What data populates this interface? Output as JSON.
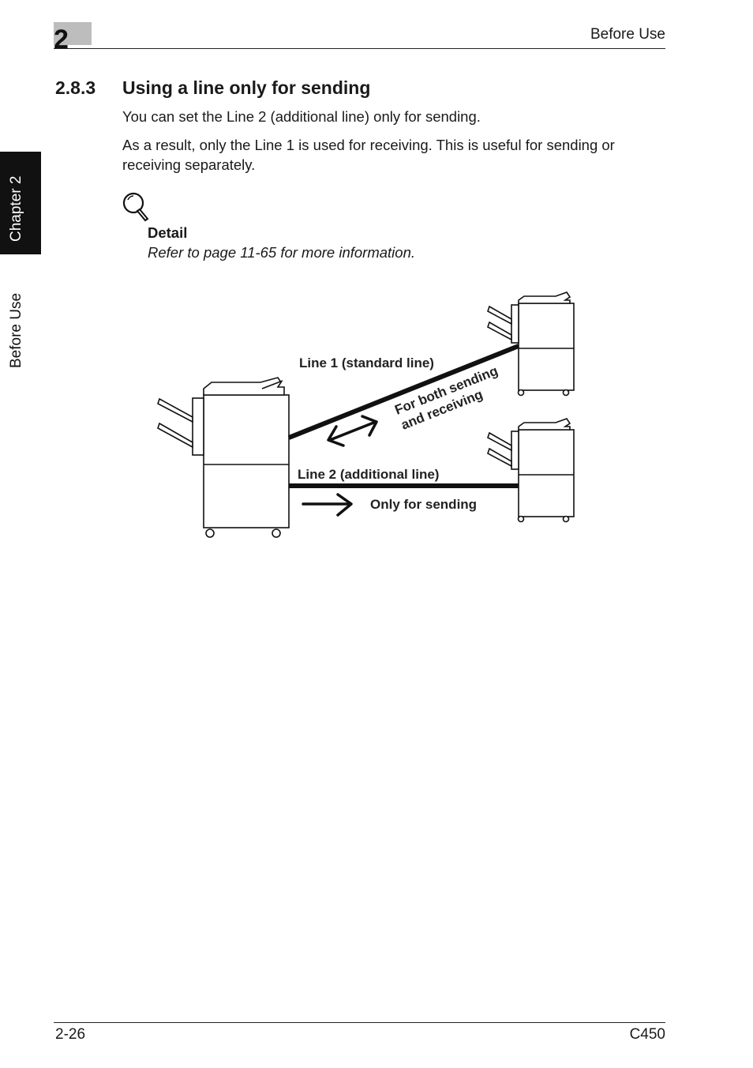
{
  "header": {
    "chapter_number": "2",
    "title": "Before Use"
  },
  "side_tabs": {
    "chapter": "Chapter 2",
    "section": "Before Use"
  },
  "section": {
    "number": "2.8.3",
    "title": "Using a line only for sending"
  },
  "body": {
    "para1": "You can set the Line 2 (additional line) only for sending.",
    "para2": "As a result, only the Line 1 is used for receiving. This is useful for sending or receiving separately."
  },
  "detail": {
    "icon": "magnifier-icon",
    "label": "Detail",
    "text": "Refer to page 11-65 for more information."
  },
  "diagram": {
    "line1_label": "Line 1 (standard line)",
    "line1_note_a": "For both sending",
    "line1_note_b": "and receiving",
    "line2_label": "Line 2 (additional line)",
    "line2_note": "Only for sending"
  },
  "footer": {
    "page": "2-26",
    "model": "C450"
  }
}
